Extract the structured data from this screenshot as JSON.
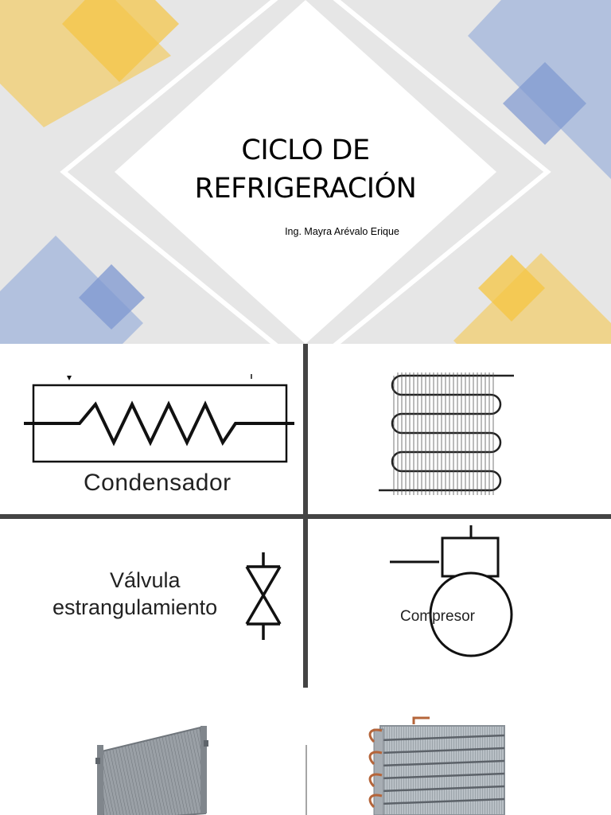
{
  "slide": {
    "title_line1": "CICLO DE",
    "title_line2": "REFRIGERACIÓN",
    "author": "Ing. Mayra Arévalo Erique"
  },
  "symbols": {
    "condenser_label": "Condensador",
    "valve_label_line1": "Válvula",
    "valve_label_line2": "estrangulamiento",
    "compressor_label": "Compresor"
  },
  "colors": {
    "gold": "#f5c542",
    "blue": "#8fa8d8",
    "slide_bg": "#e6e6e6"
  }
}
